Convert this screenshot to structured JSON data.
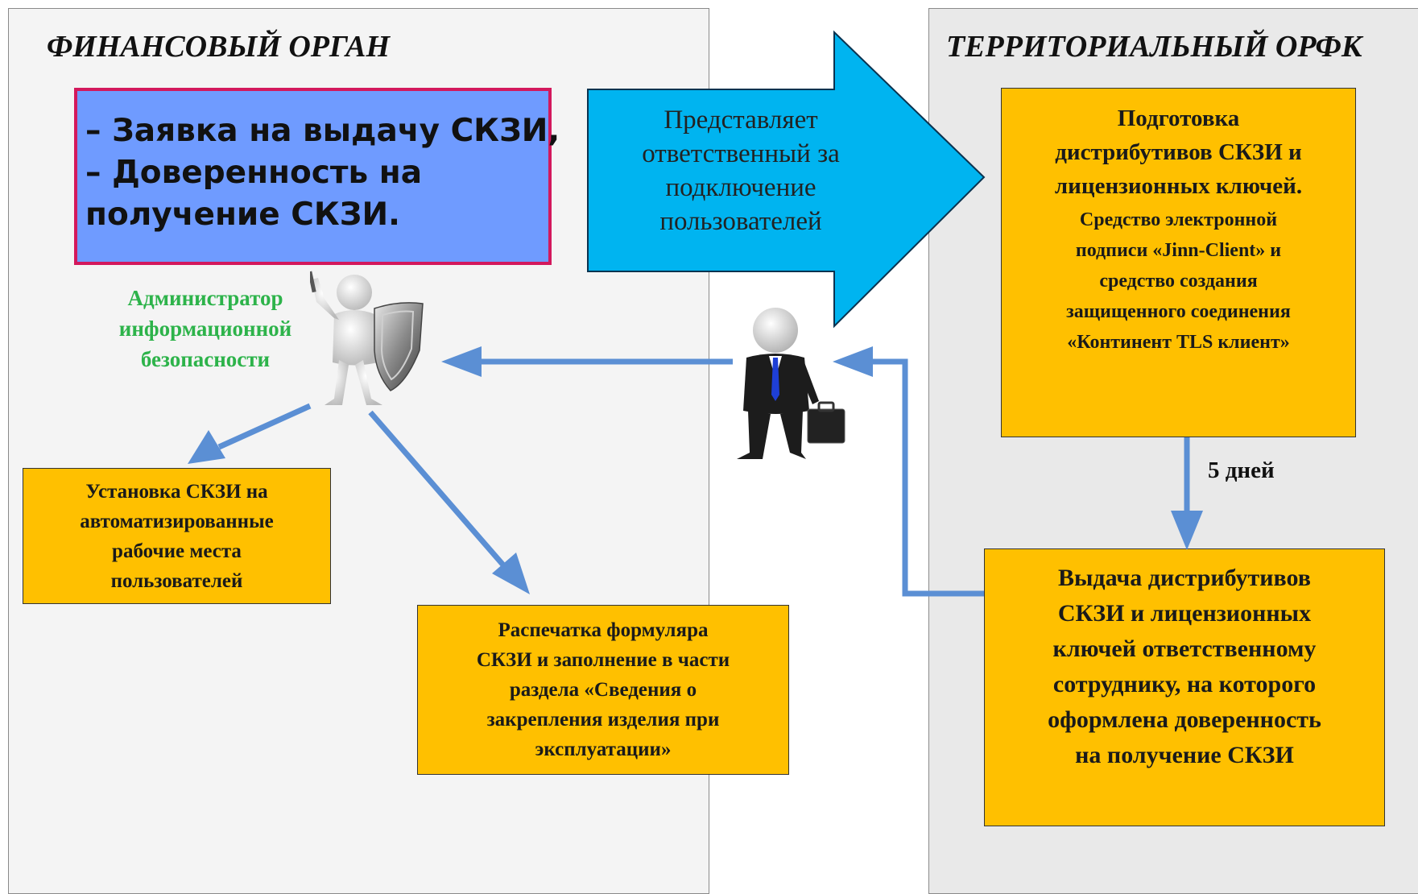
{
  "left_panel": {
    "title": "ФИНАНСОВЫЙ ОРГАН"
  },
  "right_panel": {
    "title": "ТЕРРИТОРИАЛЬНЫЙ ОРФК"
  },
  "request_box": {
    "lines": [
      "– Заявка на выдачу СКЗИ,",
      "– Доверенность на",
      "получение СКЗИ."
    ]
  },
  "big_arrow": {
    "lines": [
      "Представляет",
      "ответственный за",
      "подключение",
      "пользователей"
    ]
  },
  "admin": {
    "lines": [
      "Администратор",
      "информационной",
      "безопасности"
    ],
    "icon": "admin-with-shield-figure"
  },
  "courier": {
    "icon": "businessman-with-briefcase-figure"
  },
  "prep_box": {
    "heading_lines": [
      "Подготовка",
      "дистрибутивов СКЗИ и",
      "лицензионных ключей."
    ],
    "body_lines": [
      "Средство электронной",
      "подписи «Jinn-Client» и",
      "средство создания",
      "защищенного соединения",
      "«Континент TLS клиент»"
    ]
  },
  "days_label": "5 дней",
  "issue_box": {
    "lines": [
      "Выдача дистрибутивов",
      "СКЗИ и лицензионных",
      "ключей ответственному",
      "сотруднику, на которого",
      "оформлена доверенность",
      "на получение СКЗИ"
    ]
  },
  "install_box": {
    "lines": [
      "Установка СКЗИ на",
      "автоматизированные",
      "рабочие места",
      "пользователей"
    ]
  },
  "print_box": {
    "lines": [
      "Распечатка  формуляра",
      "СКЗИ и заполнение в части",
      "раздела «Сведения о",
      "закрепления изделия при",
      "эксплуатации»"
    ]
  },
  "colors": {
    "box_fill": "#ffc000",
    "request_fill": "#6f9bff",
    "request_border": "#d3185c",
    "big_arrow": "#00b4f0",
    "connector": "#5b8fd4",
    "admin_label": "#2db34a"
  }
}
